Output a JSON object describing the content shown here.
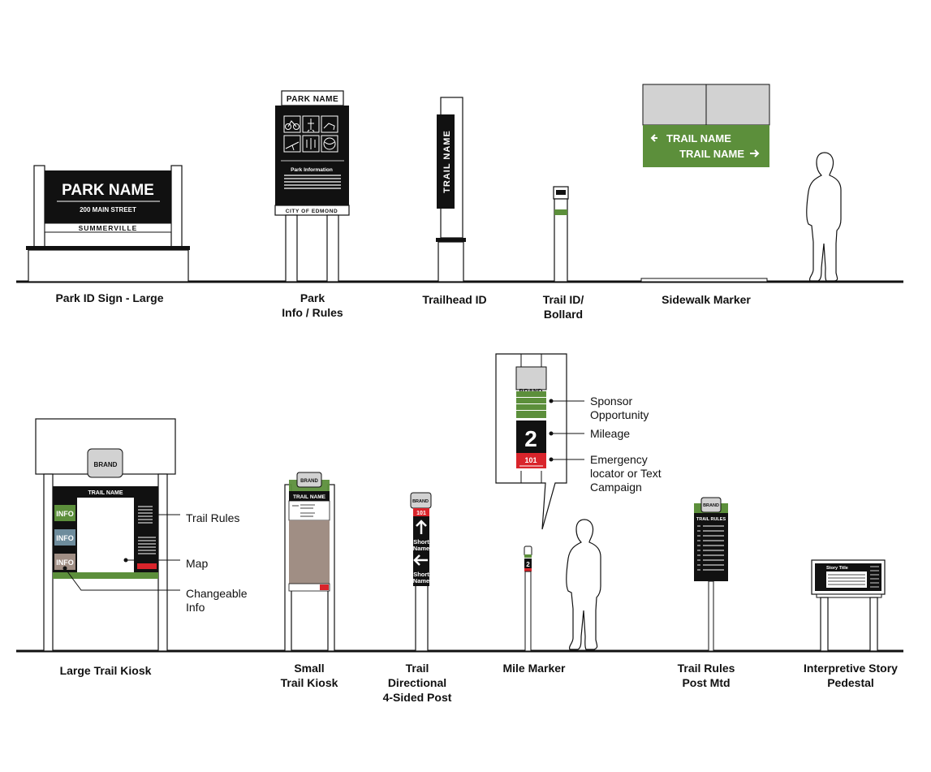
{
  "labels": {
    "park_id_large": "Park ID Sign - Large",
    "park_info_rules": [
      "Park",
      "Info / Rules"
    ],
    "trailhead_id": "Trailhead ID",
    "trail_id_bollard": [
      "Trail ID/",
      "Bollard"
    ],
    "sidewalk_marker": "Sidewalk Marker",
    "large_trail_kiosk": "Large Trail Kiosk",
    "small_trail_kiosk": [
      "Small",
      "Trail Kiosk"
    ],
    "trail_directional": [
      "Trail",
      "Directional",
      "4-Sided Post"
    ],
    "mile_marker": "Mile Marker",
    "trail_rules_post": [
      "Trail Rules",
      "Post Mtd"
    ],
    "interpretive_story": [
      "Interpretive Story",
      "Pedestal"
    ]
  },
  "callouts": {
    "sponsor": [
      "Sponsor",
      "Opportunity"
    ],
    "mileage": "Mileage",
    "emergency": [
      "Emergency",
      "locator or Text",
      "Campaign"
    ],
    "trail_rules": "Trail Rules",
    "map": "Map",
    "changeable_info": [
      "Changeable",
      "Info"
    ]
  },
  "signs": {
    "park_name": "PARK NAME",
    "address": "200 MAIN STREET",
    "city_summerville": "SUMMERVILLE",
    "park_information": "Park Information",
    "city_of_edmond": "CITY OF EDMOND",
    "trail_name": "TRAIL NAME",
    "sidewalk_line1": "TRAIL NAME",
    "sidewalk_line2": "TRAIL NAME",
    "brand": "BRAND",
    "info": "INFO",
    "trail_rules": "TRAIL RULES",
    "short_name": [
      "Short",
      "Name"
    ],
    "route_101": "101",
    "mile_number": "2",
    "mile_small": "2",
    "story_title": "Story Title"
  },
  "colors": {
    "green": "#5c8f3b",
    "black": "#111111",
    "red": "#d9242b",
    "grey": "#d2d2d2",
    "taupe": "#a08e84",
    "slate": "#6e8c9c"
  }
}
